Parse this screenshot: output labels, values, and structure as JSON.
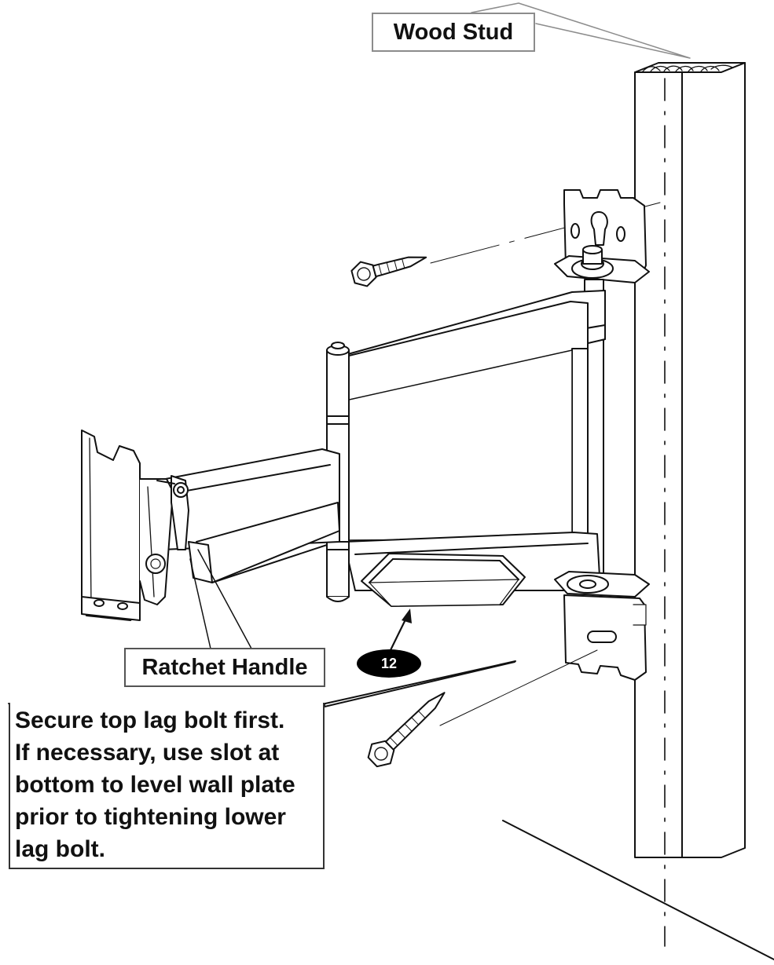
{
  "labels": {
    "wood_stud": "Wood Stud",
    "ratchet_handle": "Ratchet Handle",
    "part_number": "12"
  },
  "instruction": {
    "lines": [
      "Secure top lag bolt first.",
      "If necessary, use slot at",
      "bottom to level wall plate",
      "prior to tightening lower",
      "lag bolt."
    ]
  },
  "colors": {
    "line": "#111111",
    "wood_stud_callout": "#8c8c8c",
    "badge": "#000000",
    "background": "#ffffff"
  }
}
